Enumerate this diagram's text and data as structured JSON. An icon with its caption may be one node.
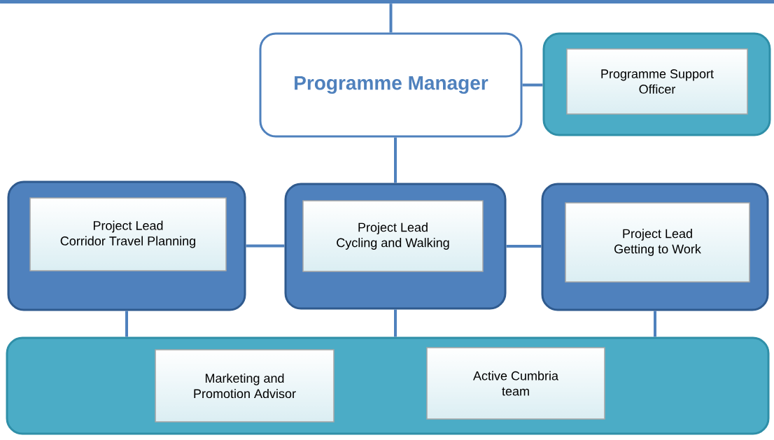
{
  "diagram": {
    "nodes": [
      {
        "text": [],
        "shape": "bar"
      },
      {
        "text": [
          "Programme Manager"
        ]
      },
      {
        "text": [],
        "shape": "box"
      },
      {
        "text": [
          "Programme Support Officer"
        ],
        "in": 2
      },
      {
        "text": [],
        "shape": "box"
      },
      {
        "text": [
          "Project Lead",
          "Corridor Travel Planning"
        ],
        "in": 4
      },
      {
        "text": [],
        "shape": "box"
      },
      {
        "text": [
          "Project Lead",
          "Cycling and Walking"
        ],
        "in": 6
      },
      {
        "text": [],
        "shape": "box"
      },
      {
        "text": [
          "Project Lead",
          "Getting to Work"
        ],
        "in": 8
      },
      {
        "text": [],
        "shape": "box"
      },
      {
        "text": [
          "Marketing and Promotion Advisor"
        ],
        "in": 10
      },
      {
        "text": [
          "Active  Cumbria team"
        ],
        "in": 10
      }
    ],
    "edges": [
      {
        "from": 0,
        "to": 1,
        "arrow": "none"
      },
      {
        "from": 1,
        "to": 2,
        "arrow": "none"
      },
      {
        "from": 1,
        "to": 6,
        "arrow": "none"
      },
      {
        "from": 4,
        "to": 6,
        "arrow": "none"
      },
      {
        "from": 6,
        "to": 8,
        "arrow": "none"
      },
      {
        "from": 4,
        "to": 10,
        "arrow": "none"
      },
      {
        "from": 6,
        "to": 10,
        "arrow": "none"
      },
      {
        "from": 8,
        "to": 10,
        "arrow": "none"
      }
    ]
  }
}
